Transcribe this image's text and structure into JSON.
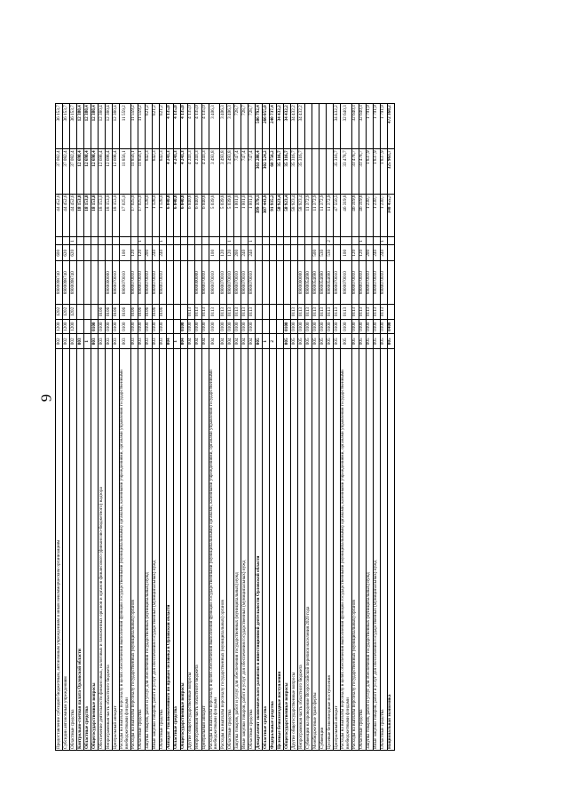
{
  "page_number": "9",
  "rows": [
    {
      "name": "Предоставление субсидий бюджетным, автономным учреждениям и иным некоммерческим организациям",
      "c": [
        "002",
        "1200",
        "1202",
        "8900098740",
        "600",
        ""
      ],
      "v": [
        "44 452,6",
        "37 082,4",
        "36 153,7"
      ],
      "b": false
    },
    {
      "name": "Субсидии автономным учреждениям",
      "c": [
        "002",
        "1200",
        "1202",
        "8900098740",
        "620",
        ""
      ],
      "v": [
        "44 452,6",
        "37 082,4",
        "36 153,7"
      ],
      "b": false
    },
    {
      "name": "Областные средства",
      "c": [
        "002",
        "1200",
        "1202",
        "8900098740",
        "620",
        "1"
      ],
      "v": [
        "44 452,6",
        "37 082,4",
        "36 153,7"
      ],
      "b": false
    },
    {
      "name": "Контрольно-счетная палата Орловской области",
      "c": [
        "003",
        "",
        "",
        "",
        "",
        ""
      ],
      "v": [
        "18 153,0",
        "12 698,4",
        "12 380,4"
      ],
      "b": true
    },
    {
      "name": "Областные средства",
      "c": [
        "1",
        "",
        "",
        "",
        "",
        ""
      ],
      "v": [
        "18 153,0",
        "12 698,4",
        "12 380,4"
      ],
      "b": true
    },
    {
      "name": "Общегосударственные вопросы",
      "c": [
        "003",
        "0100",
        "",
        "",
        "",
        ""
      ],
      "v": [
        "18 153,0",
        "12 698,4",
        "12 380,4"
      ],
      "b": true
    },
    {
      "name": "Обеспечение деятельности финансовых, налоговых и таможенных органов и органов финансового (финансово-бюджетного) надзора",
      "c": [
        "003",
        "0100",
        "0106",
        "",
        "",
        ""
      ],
      "v": [
        "18 153,0",
        "12 698,4",
        "12 380,4"
      ],
      "b": false
    },
    {
      "name": "Непрограммная часть областного бюджета",
      "c": [
        "003",
        "0100",
        "0106",
        "8900000000",
        "",
        ""
      ],
      "v": [
        "18 153,0",
        "12 698,4",
        "12 380,4"
      ],
      "b": false
    },
    {
      "name": "Центральный аппарат",
      "c": [
        "003",
        "0100",
        "0106",
        "8900070010",
        "",
        ""
      ],
      "v": [
        "18 153,0",
        "12 698,4",
        "12 380,4"
      ],
      "b": false
    },
    {
      "name": "Расходы на выплаты персоналу в целях обеспечения выполнения функций государственными (муниципальными) органами, казенными учреждениями, органами управления государственными внебюджетными фондами",
      "c": [
        "003",
        "0100",
        "0106",
        "8900070010",
        "100",
        ""
      ],
      "v": [
        "17 025,0",
        "11 856,1",
        "11 559,2"
      ],
      "b": false
    },
    {
      "name": "Расходы на выплаты персоналу государственных (муниципальных) органов",
      "c": [
        "003",
        "0100",
        "0106",
        "8900070010",
        "120",
        ""
      ],
      "v": [
        "17 025,0",
        "11 856,1",
        "11 559,2"
      ],
      "b": false
    },
    {
      "name": "Областные средства",
      "c": [
        "003",
        "0100",
        "0106",
        "8900070010",
        "120",
        "1"
      ],
      "v": [
        "17 025,0",
        "11 856,1",
        "11 559,2"
      ],
      "b": false
    },
    {
      "name": "Закупка товаров, работ и услуг для обеспечения государственных (муниципальных) нужд",
      "c": [
        "003",
        "0100",
        "0106",
        "8900070010",
        "200",
        ""
      ],
      "v": [
        "1 128,0",
        "842,3",
        "821,2"
      ],
      "b": false
    },
    {
      "name": "Иные закупки товаров, работ и услуг для обеспечения государственных (муниципальных) нужд",
      "c": [
        "003",
        "0100",
        "0106",
        "8900070010",
        "240",
        ""
      ],
      "v": [
        "1 128,0",
        "842,3",
        "821,2"
      ],
      "b": false
    },
    {
      "name": "Областные средства",
      "c": [
        "003",
        "0100",
        "0106",
        "8900070010",
        "240",
        "1"
      ],
      "v": [
        "1 128,0",
        "842,3",
        "821,2"
      ],
      "b": false
    },
    {
      "name": "Аппарат Уполномоченного по правам человека в Орловской области",
      "c": [
        "004",
        "",
        "",
        "",
        "",
        ""
      ],
      "v": [
        "6 040,8",
        "4 241,3",
        "4 135,0"
      ],
      "b": true
    },
    {
      "name": "Областные средства",
      "c": [
        "1",
        "",
        "",
        "",
        "",
        ""
      ],
      "v": [
        "6 040,8",
        "4 241,3",
        "4 135,0"
      ],
      "b": true
    },
    {
      "name": "Общегосударственные вопросы",
      "c": [
        "004",
        "0100",
        "",
        "",
        "",
        ""
      ],
      "v": [
        "6 040,8",
        "4 241,3",
        "4 135,0"
      ],
      "b": true
    },
    {
      "name": "Другие общегосударственные вопросы",
      "c": [
        "004",
        "0100",
        "0113",
        "",
        "",
        ""
      ],
      "v": [
        "6 040,8",
        "4 241,3",
        "4 135,0"
      ],
      "b": false
    },
    {
      "name": "Непрограммная часть областного бюджета",
      "c": [
        "004",
        "0100",
        "0113",
        "8900000000",
        "",
        ""
      ],
      "v": [
        "6 040,8",
        "4 241,3",
        "4 135,0"
      ],
      "b": false
    },
    {
      "name": "Центральный аппарат",
      "c": [
        "004",
        "0100",
        "0113",
        "8900070010",
        "",
        ""
      ],
      "v": [
        "6 040,8",
        "4 241,3",
        "4 135,0"
      ],
      "b": false
    },
    {
      "name": "Расходы на выплаты персоналу в целях обеспечения выполнения функций государственными (муниципальными) органами, казенными учреждениями, органами управления государственными внебюджетными фондами",
      "c": [
        "004",
        "0100",
        "0113",
        "8900070010",
        "100",
        ""
      ],
      "v": [
        "5 039,8",
        "3 493,8",
        "3 406,3"
      ],
      "b": false
    },
    {
      "name": "Расходы на выплаты персоналу государственных (муниципальных) органов",
      "c": [
        "004",
        "0100",
        "0113",
        "8900070010",
        "120",
        ""
      ],
      "v": [
        "5 039,8",
        "3 493,8",
        "3 406,3"
      ],
      "b": false
    },
    {
      "name": "Областные средства",
      "c": [
        "004",
        "0100",
        "0113",
        "8900070010",
        "120",
        "1"
      ],
      "v": [
        "5 039,8",
        "3 493,8",
        "3 406,3"
      ],
      "b": false
    },
    {
      "name": "Закупка товаров, работ и услуг для обеспечения государственных (муниципальных) нужд",
      "c": [
        "004",
        "0100",
        "0113",
        "8900070010",
        "200",
        ""
      ],
      "v": [
        "1 001,0",
        "747,4",
        "728,7"
      ],
      "b": false
    },
    {
      "name": "Иные закупки товаров, работ и услуг для обеспечения государственных (муниципальных) нужд",
      "c": [
        "004",
        "0100",
        "0113",
        "8900070010",
        "240",
        ""
      ],
      "v": [
        "1 001,0",
        "747,4",
        "728,7"
      ],
      "b": false
    },
    {
      "name": "Областные средства",
      "c": [
        "004",
        "0100",
        "0113",
        "8900070010",
        "240",
        "1"
      ],
      "v": [
        "1 001,0",
        "747,4",
        "728,7"
      ],
      "b": false
    },
    {
      "name": "Департамент экономического развития и инвестиционной деятельности Орловской области",
      "c": [
        "005",
        "",
        "",
        "",
        "",
        ""
      ],
      "v": [
        "399 379,1",
        "361 280,4",
        "506 792,4"
      ],
      "b": true
    },
    {
      "name": "Областные средства",
      "c": [
        "1",
        "",
        "",
        "",
        "",
        ""
      ],
      "v": [
        "307 443,9",
        "302 524,2",
        "266 055,0"
      ],
      "b": true
    },
    {
      "name": "Федеральные средства",
      "c": [
        "2",
        "",
        "",
        "",
        "",
        ""
      ],
      "v": [
        "91 935,2",
        "60 756,2",
        "240 737,4"
      ],
      "b": true
    },
    {
      "name": "Целевые безвозмездные поступления",
      "c": [
        "",
        "",
        "",
        "",
        "",
        ""
      ],
      "v": [
        "58 923,4",
        "35 316,7",
        "34 432,2"
      ],
      "b": true
    },
    {
      "name": "Общегосударственные вопросы",
      "c": [
        "005",
        "0100",
        "",
        "",
        "",
        ""
      ],
      "v": [
        "58 923,4",
        "35 316,7",
        "34 432,2"
      ],
      "b": true
    },
    {
      "name": "Другие общегосударственные вопросы",
      "c": [
        "005",
        "0100",
        "0113",
        "",
        "",
        ""
      ],
      "v": [
        "58 923,4",
        "35 316,7",
        "34 432,2"
      ],
      "b": false
    },
    {
      "name": "Непрограммная часть областного бюджета",
      "c": [
        "005",
        "0100",
        "0113",
        "8900000000",
        "",
        ""
      ],
      "v": [
        "58 923,4",
        "35 316,7",
        "34 432,2"
      ],
      "b": false
    },
    {
      "name": "Субвенции на проведение Всероссийской переписи населения 2020 года",
      "c": [
        "005",
        "0100",
        "0113",
        "8900054690",
        "",
        ""
      ],
      "v": [
        "11 372,9",
        "",
        ""
      ],
      "b": false
    },
    {
      "name": "Межбюджетные трансферты",
      "c": [
        "005",
        "0100",
        "0113",
        "8900054690",
        "500",
        ""
      ],
      "v": [
        "11 372,9",
        "",
        ""
      ],
      "b": false
    },
    {
      "name": "Субвенции",
      "c": [
        "005",
        "0100",
        "0113",
        "8900054690",
        "530",
        ""
      ],
      "v": [
        "11 372,9",
        "",
        ""
      ],
      "b": false
    },
    {
      "name": "Целевые безвозмездные поступления",
      "c": [
        "005",
        "0100",
        "0113",
        "8900054690",
        "530",
        "2"
      ],
      "v": [
        "11 372,9",
        "",
        ""
      ],
      "b": false
    },
    {
      "name": "Центральный аппарат",
      "c": [
        "005",
        "0100",
        "0113",
        "8900070010",
        "",
        ""
      ],
      "v": [
        "47 550,5",
        "35 316,7",
        "34 432,2"
      ],
      "b": false
    },
    {
      "name": "Расходы на выплаты персоналу в целях обеспечения выполнения функций государственными (муниципальными) органами, казенными учреждениями, органами управления государственными внебюджетными фондами",
      "c": [
        "005",
        "0100",
        "0113",
        "8900070010",
        "100",
        ""
      ],
      "v": [
        "46 319,8",
        "33 478,7",
        "32 640,3"
      ],
      "b": false
    },
    {
      "name": "Расходы на выплаты персоналу государственных (муниципальных) органов",
      "c": [
        "005",
        "0100",
        "0113",
        "8900070010",
        "120",
        ""
      ],
      "v": [
        "46 319,8",
        "33 478,7",
        "32 640,3"
      ],
      "b": false
    },
    {
      "name": "Областные средства",
      "c": [
        "005",
        "0100",
        "0113",
        "8900070010",
        "120",
        "1"
      ],
      "v": [
        "46 319,8",
        "33 478,7",
        "32 640,3"
      ],
      "b": false
    },
    {
      "name": "Закупка товаров, работ и услуг для обеспечения государственных (муниципальных) нужд",
      "c": [
        "005",
        "0100",
        "0113",
        "8900070010",
        "200",
        ""
      ],
      "v": [
        "1 230,7",
        "1 837,9",
        "1 791,9"
      ],
      "b": false
    },
    {
      "name": "Иные закупки товаров, работ и услуг для обеспечения государственных (муниципальных) нужд",
      "c": [
        "005",
        "0100",
        "0113",
        "8900070010",
        "240",
        ""
      ],
      "v": [
        "1 230,7",
        "1 837,9",
        "1 791,9"
      ],
      "b": false
    },
    {
      "name": "Областные средства",
      "c": [
        "005",
        "0100",
        "0113",
        "8900070010",
        "240",
        "1"
      ],
      "v": [
        "1 230,7",
        "1 837,9",
        "1 791,9"
      ],
      "b": false
    },
    {
      "name": "Национальная экономика",
      "c": [
        "005",
        "0400",
        "",
        "",
        "",
        ""
      ],
      "v": [
        "340 455,7",
        "325 963,7",
        "472 360,2"
      ],
      "b": true
    }
  ]
}
